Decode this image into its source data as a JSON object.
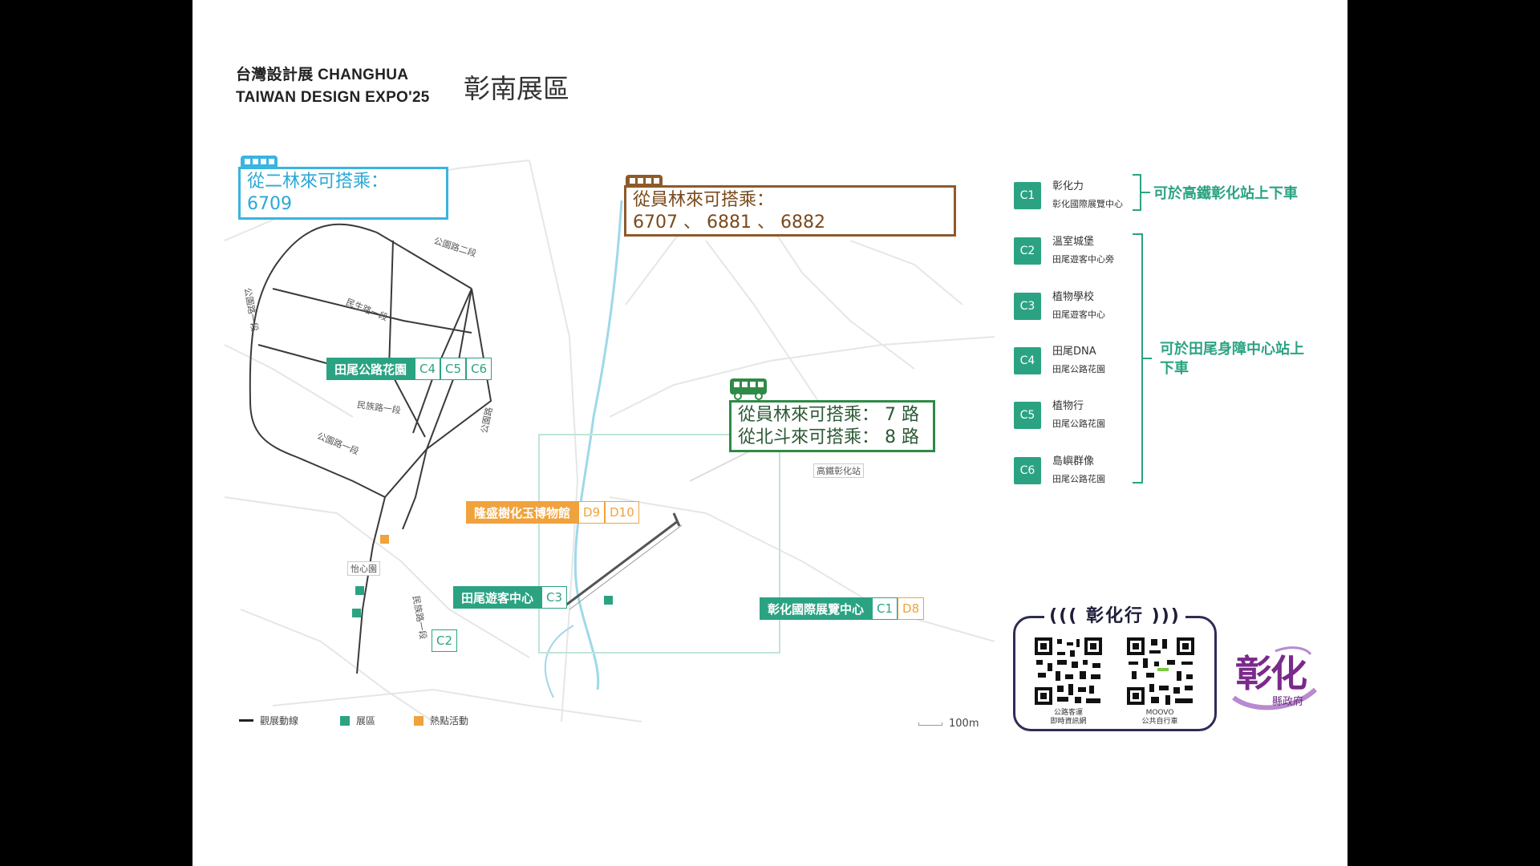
{
  "header": {
    "title_line1": "台灣設計展 CHANGHUA",
    "title_line2": "TAIWAN DESIGN EXPO'25",
    "area_title": "彰南展區"
  },
  "bus_boxes": {
    "erlin": {
      "line1": "從二林來可搭乘：",
      "line2": "6709"
    },
    "yuanlin": {
      "line1": "從員林來可搭乘：",
      "line2": "6707 、 6881 、 6882"
    },
    "hsr": {
      "line1": "從員林來可搭乘： 7 路",
      "line2": "從北斗來可搭乘： 8 路"
    }
  },
  "roads": {
    "r1": "公園路二段",
    "r2": "民生路一段",
    "r3": "公園路一段",
    "r4": "民族路一段",
    "r5": "公園路",
    "r6": "公園路一段",
    "r7": "高鐵彰化站",
    "r8": "怡心園",
    "r9": "民族路一段"
  },
  "site_tags": {
    "tianwei_park": {
      "name": "田尾公路花園",
      "codes": [
        "C4",
        "C5",
        "C6"
      ]
    },
    "longsheng": {
      "name": "隆盛樹化玉博物館",
      "codes": [
        "D9",
        "D10"
      ]
    },
    "visitor_center": {
      "name": "田尾遊客中心",
      "codes": [
        "C3"
      ]
    },
    "c2": {
      "codes": [
        "C2"
      ]
    },
    "changhua_expo": {
      "name": "彰化國際展覽中心",
      "codes": [
        "C1",
        "D8"
      ]
    }
  },
  "legend": {
    "route": "觀展動線",
    "exhibit": "展區",
    "event": "熱點活動"
  },
  "scale_label": "100m",
  "venues": [
    {
      "code": "C1",
      "name": "彰化力",
      "sub": "彰化國際展覽中心"
    },
    {
      "code": "C2",
      "name": "溫室城堡",
      "sub": "田尾遊客中心旁"
    },
    {
      "code": "C3",
      "name": "植物學校",
      "sub": "田尾遊客中心"
    },
    {
      "code": "C4",
      "name": "田尾DNA",
      "sub": "田尾公路花園"
    },
    {
      "code": "C5",
      "name": "植物行",
      "sub": "田尾公路花園"
    },
    {
      "code": "C6",
      "name": "島嶼群像",
      "sub": "田尾公路花園"
    }
  ],
  "notes": {
    "hsr_note": "可於高鐵彰化站上下車",
    "tianwei_note_line1": "可於田尾身障中心站上",
    "tianwei_note_line2": "下車"
  },
  "qr": {
    "title": "((( 彰化行 )))",
    "left_caption_1": "公路客運",
    "left_caption_2": "即時資訊網",
    "right_caption_1": "MOOVO",
    "right_caption_2": "公共自行車"
  },
  "gov": {
    "big": "彰化",
    "small": "縣政府"
  },
  "colors": {
    "green": "#2ba383",
    "orange": "#f0a23c",
    "blue": "#3ab4e0",
    "brown": "#8e5a2a",
    "bus_green": "#2e8a46"
  }
}
